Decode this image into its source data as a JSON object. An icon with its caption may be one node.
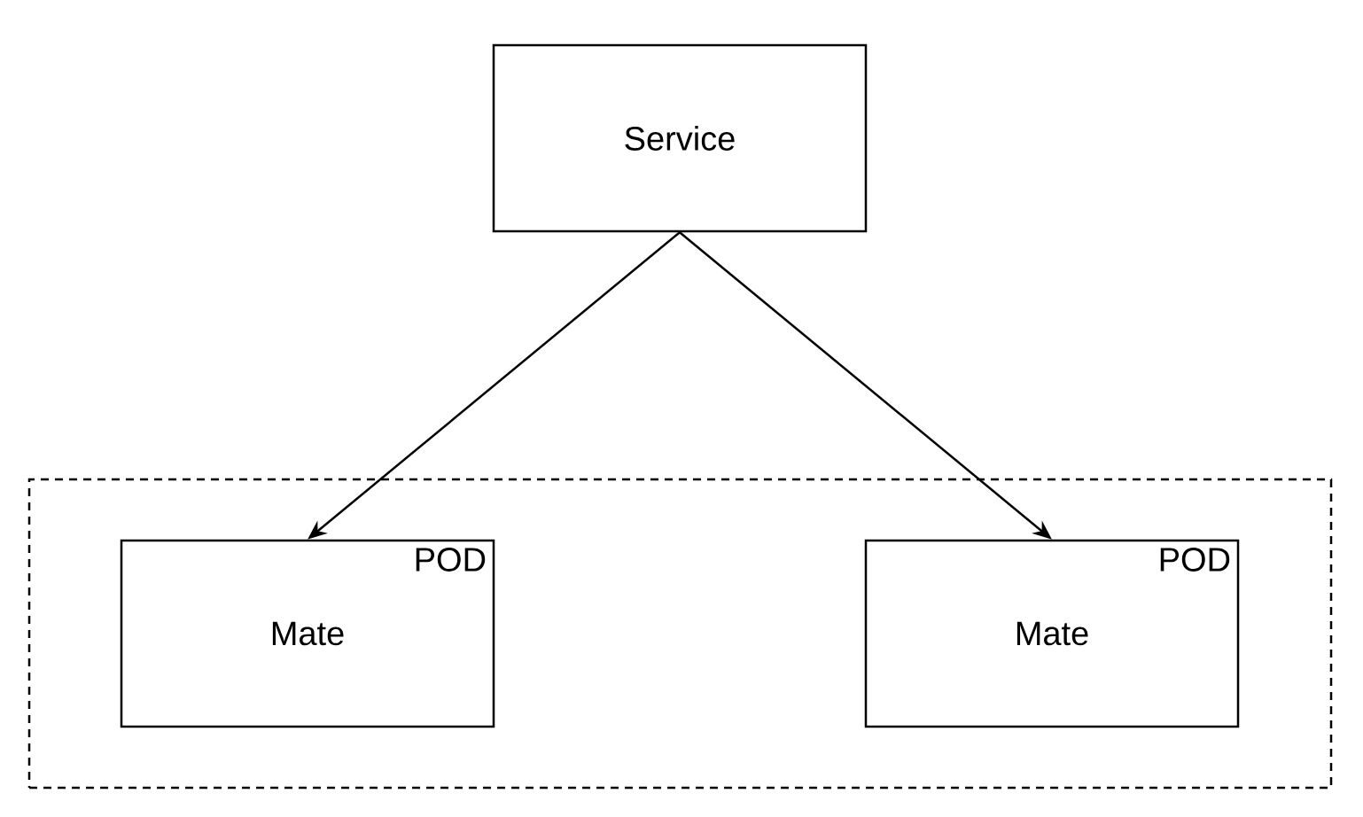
{
  "diagram": {
    "nodes": [
      {
        "text": [],
        "shape": "box"
      },
      {
        "text": [
          "Service"
        ]
      },
      {
        "text": [
          "POD",
          "Mate"
        ],
        "in": 0
      },
      {
        "text": [
          "POD",
          "Mate"
        ],
        "in": 0
      }
    ],
    "edges": [
      {
        "from": 1,
        "to": 2,
        "arrow": "to"
      },
      {
        "from": 1,
        "to": 3,
        "arrow": "to"
      }
    ]
  }
}
